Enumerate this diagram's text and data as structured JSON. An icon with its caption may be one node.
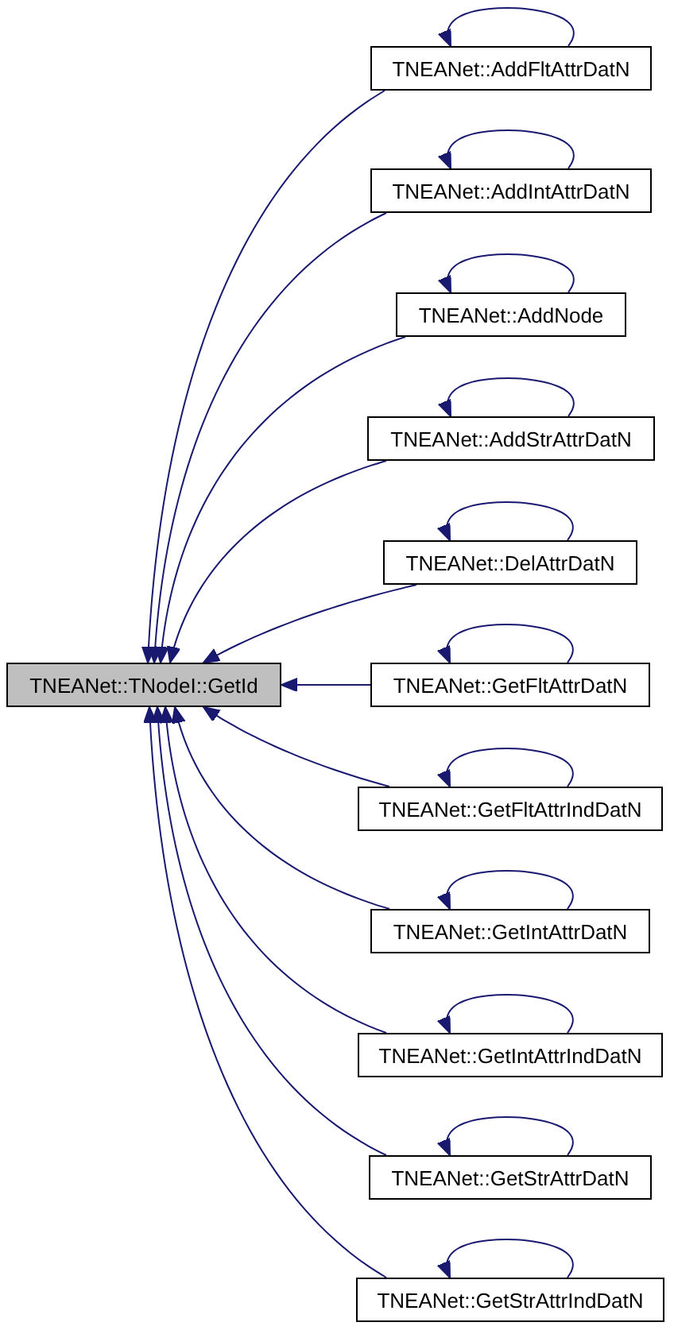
{
  "diagram": {
    "nodes": [
      {
        "text": [
          "TNEANet::TNodeI::GetId"
        ]
      },
      {
        "text": [
          "TNEANet::AddFltAttrDatN"
        ]
      },
      {
        "text": [
          "TNEANet::AddIntAttrDatN"
        ]
      },
      {
        "text": [
          "TNEANet::AddNode"
        ]
      },
      {
        "text": [
          "TNEANet::AddStrAttrDatN"
        ]
      },
      {
        "text": [
          "TNEANet::DelAttrDatN"
        ]
      },
      {
        "text": [
          "TNEANet::GetFltAttrDatN"
        ]
      },
      {
        "text": [
          "TNEANet::GetFltAttrIndDatN"
        ]
      },
      {
        "text": [
          "TNEANet::GetIntAttrDatN"
        ]
      },
      {
        "text": [
          "TNEANet::GetIntAttrIndDatN"
        ]
      },
      {
        "text": [
          "TNEANet::GetStrAttrDatN"
        ]
      },
      {
        "text": [
          "TNEANet::GetStrAttrIndDatN"
        ]
      }
    ],
    "edges": [
      {
        "from": 1,
        "to": 1,
        "arrow": "to"
      },
      {
        "from": 1,
        "to": 0,
        "arrow": "to"
      },
      {
        "from": 2,
        "to": 2,
        "arrow": "to"
      },
      {
        "from": 2,
        "to": 0,
        "arrow": "to"
      },
      {
        "from": 3,
        "to": 3,
        "arrow": "to"
      },
      {
        "from": 3,
        "to": 0,
        "arrow": "to"
      },
      {
        "from": 4,
        "to": 4,
        "arrow": "to"
      },
      {
        "from": 4,
        "to": 0,
        "arrow": "to"
      },
      {
        "from": 5,
        "to": 5,
        "arrow": "to"
      },
      {
        "from": 5,
        "to": 0,
        "arrow": "to"
      },
      {
        "from": 6,
        "to": 6,
        "arrow": "to"
      },
      {
        "from": 6,
        "to": 0,
        "arrow": "to"
      },
      {
        "from": 7,
        "to": 7,
        "arrow": "to"
      },
      {
        "from": 7,
        "to": 0,
        "arrow": "to"
      },
      {
        "from": 8,
        "to": 8,
        "arrow": "to"
      },
      {
        "from": 8,
        "to": 0,
        "arrow": "to"
      },
      {
        "from": 9,
        "to": 9,
        "arrow": "to"
      },
      {
        "from": 9,
        "to": 0,
        "arrow": "to"
      },
      {
        "from": 10,
        "to": 10,
        "arrow": "to"
      },
      {
        "from": 10,
        "to": 0,
        "arrow": "to"
      },
      {
        "from": 11,
        "to": 11,
        "arrow": "to"
      },
      {
        "from": 11,
        "to": 0,
        "arrow": "to"
      }
    ]
  }
}
